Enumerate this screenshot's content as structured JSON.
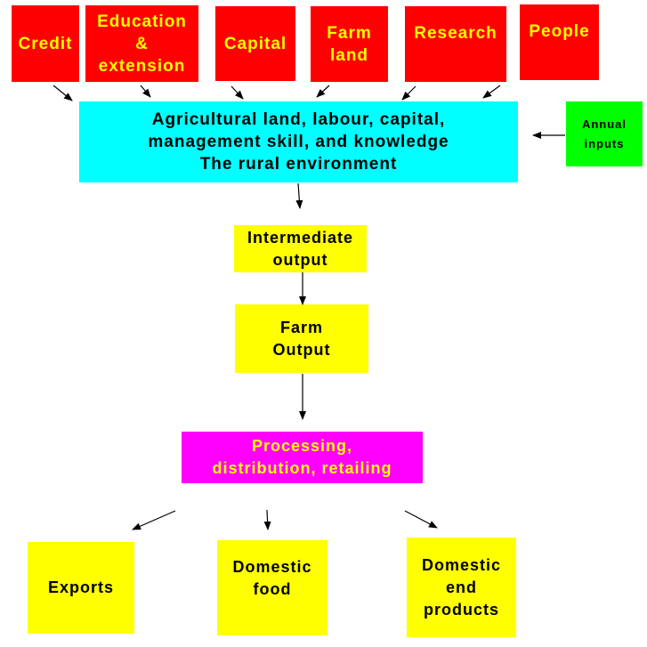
{
  "inputs": {
    "credit": "Credit",
    "education": "Education\n&\nextension",
    "capital": "Capital",
    "farm_land": "Farm\nland",
    "research": "Research",
    "people": "People"
  },
  "core": {
    "resources": "Agricultural land, labour, capital,\nmanagement skill, and knowledge\nThe rural environment",
    "annual_inputs": "Annual\ninputs"
  },
  "flow": {
    "intermediate_output": "Intermediate\noutput",
    "farm_output": "Farm\nOutput",
    "processing": "Processing,\ndistribution, retailing"
  },
  "outputs": {
    "exports": "Exports",
    "domestic_food": "Domestic\nfood",
    "domestic_end_products": "Domestic\nend\nproducts"
  },
  "colors": {
    "input_box": "#ff0000",
    "input_text": "#ffff00",
    "resources_box": "#00ffff",
    "annual_inputs_box": "#00ff00",
    "output_box": "#ffff00",
    "processing_box": "#ff00ff"
  }
}
